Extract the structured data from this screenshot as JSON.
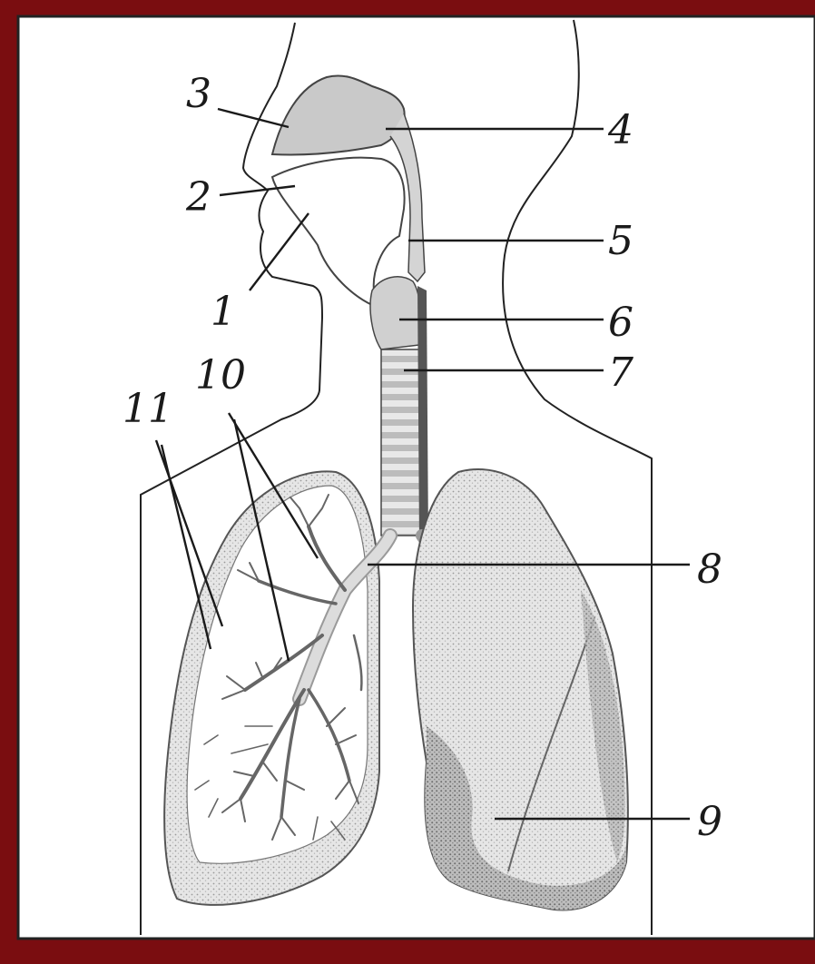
{
  "colors": {
    "frame": "#7a0d10",
    "paper": "#ffffff",
    "ink": "#1a1a1a",
    "tissue": "#d9d9d9"
  },
  "labels": {
    "l1": "1",
    "l2": "2",
    "l3": "3",
    "l4": "4",
    "l5": "5",
    "l6": "6",
    "l7": "7",
    "l8": "8",
    "l9": "9",
    "l10": "10",
    "l11": "11"
  }
}
